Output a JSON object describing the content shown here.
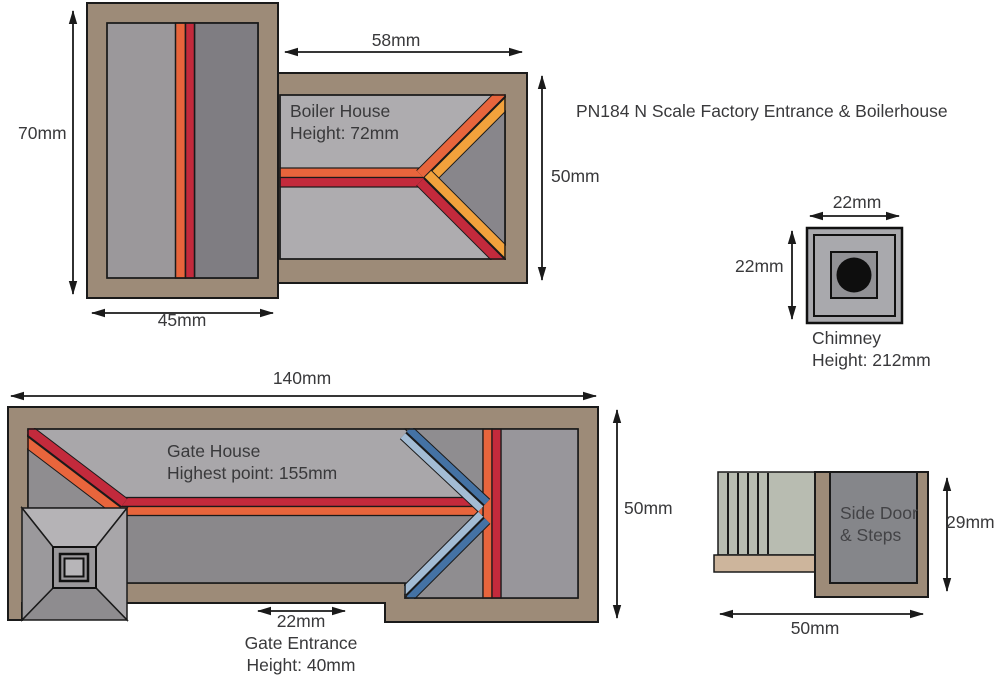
{
  "title": "PN184 N Scale Factory Entrance & Boilerhouse",
  "colors": {
    "base_brown": "#9d8b78",
    "ridge_orange": "#e8653c",
    "ridge_amber": "#f2a23c",
    "ridge_crimson": "#c32a3c",
    "valley_blue_dark": "#4472a4",
    "valley_blue_light": "#a3bcd4",
    "steps_grey_green": "#b8bcb1",
    "steps_tan": "#cdb59c"
  },
  "entrance": {
    "height_label": "70mm",
    "width_label": "45mm"
  },
  "boiler_house": {
    "name_line1": "Boiler House",
    "name_line2": "Height: 72mm",
    "width_label": "58mm",
    "depth_label": "50mm"
  },
  "chimney": {
    "name_line1": "Chimney",
    "name_line2": "Height: 212mm",
    "width_label": "22mm",
    "depth_label": "22mm"
  },
  "gate_house": {
    "name_line1": "Gate House",
    "name_line2": "Highest point: 155mm",
    "width_label": "140mm",
    "depth_label": "50mm"
  },
  "gate_entrance": {
    "width_label": "22mm",
    "name_line1": "Gate Entrance",
    "name_line2": "Height: 40mm"
  },
  "side_door": {
    "name_line1": "Side Door",
    "name_line2": "& Steps",
    "width_label": "50mm",
    "height_label": "29mm"
  }
}
